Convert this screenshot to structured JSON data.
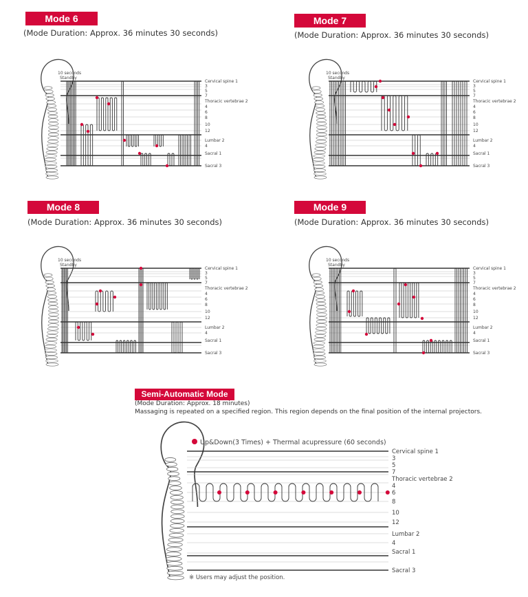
{
  "modes": [
    {
      "title": "Mode 6",
      "duration": "(Mode Duration: Approx. 36 minutes 30 seconds)"
    },
    {
      "title": "Mode 7",
      "duration": "(Mode Duration: Approx. 36 minutes 30 seconds)"
    },
    {
      "title": "Mode 8",
      "duration": "(Mode Duration: Approx. 36 minutes 30 seconds)"
    },
    {
      "title": "Mode 9",
      "duration": "(Mode Duration: Approx. 36 minutes 30 seconds)"
    }
  ],
  "standby_label": [
    "10 seconds",
    "Standby"
  ],
  "levels": [
    "Cervical spine 1",
    "3",
    "5",
    "7",
    "Thoracic vertebrae 2",
    "4",
    "6",
    "8",
    "10",
    "12",
    "Lumbar 2",
    "4",
    "Sacral 1",
    "Sacral 3"
  ],
  "semi": {
    "title": "Semi-Automatic Mode",
    "duration": "(Mode Duration: Approx. 18 minutes)",
    "description": "Massaging is repeated on a specified region. This region depends on the final position of the internal projectors.",
    "legend": "Up&Down(3 Times) + Thermal acupressure (60 seconds)",
    "note": "※ Users may adjust the position."
  },
  "colors": {
    "accent": "#d4083a",
    "line": "#333333",
    "grid": "#bbbbbb"
  }
}
